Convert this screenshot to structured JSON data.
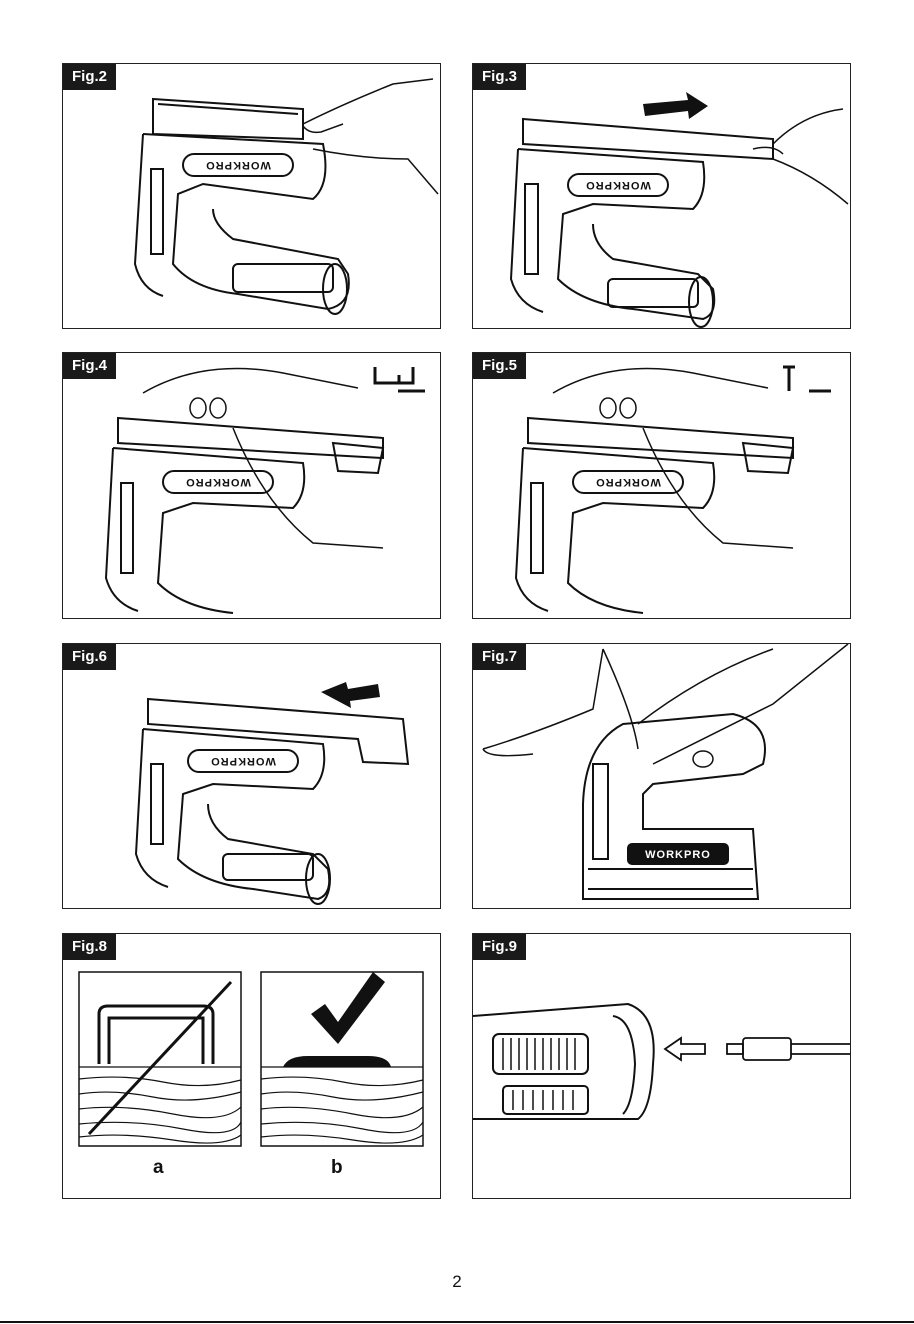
{
  "figures": [
    {
      "label": "Fig.2"
    },
    {
      "label": "Fig.3"
    },
    {
      "label": "Fig.4"
    },
    {
      "label": "Fig.5"
    },
    {
      "label": "Fig.6"
    },
    {
      "label": "Fig.7"
    },
    {
      "label": "Fig.8",
      "sub_labels": [
        "a",
        "b"
      ]
    },
    {
      "label": "Fig.9"
    }
  ],
  "brand_text": "WORKPRO",
  "page_number": "2",
  "icons": [
    "stapler-tool-icon",
    "hand-icon",
    "arrow-right-icon",
    "arrow-left-icon",
    "staple-icon",
    "brad-nail-icon",
    "check-mark-icon",
    "cross-line-icon",
    "usb-cable-icon",
    "outline-arrow-left-icon"
  ]
}
